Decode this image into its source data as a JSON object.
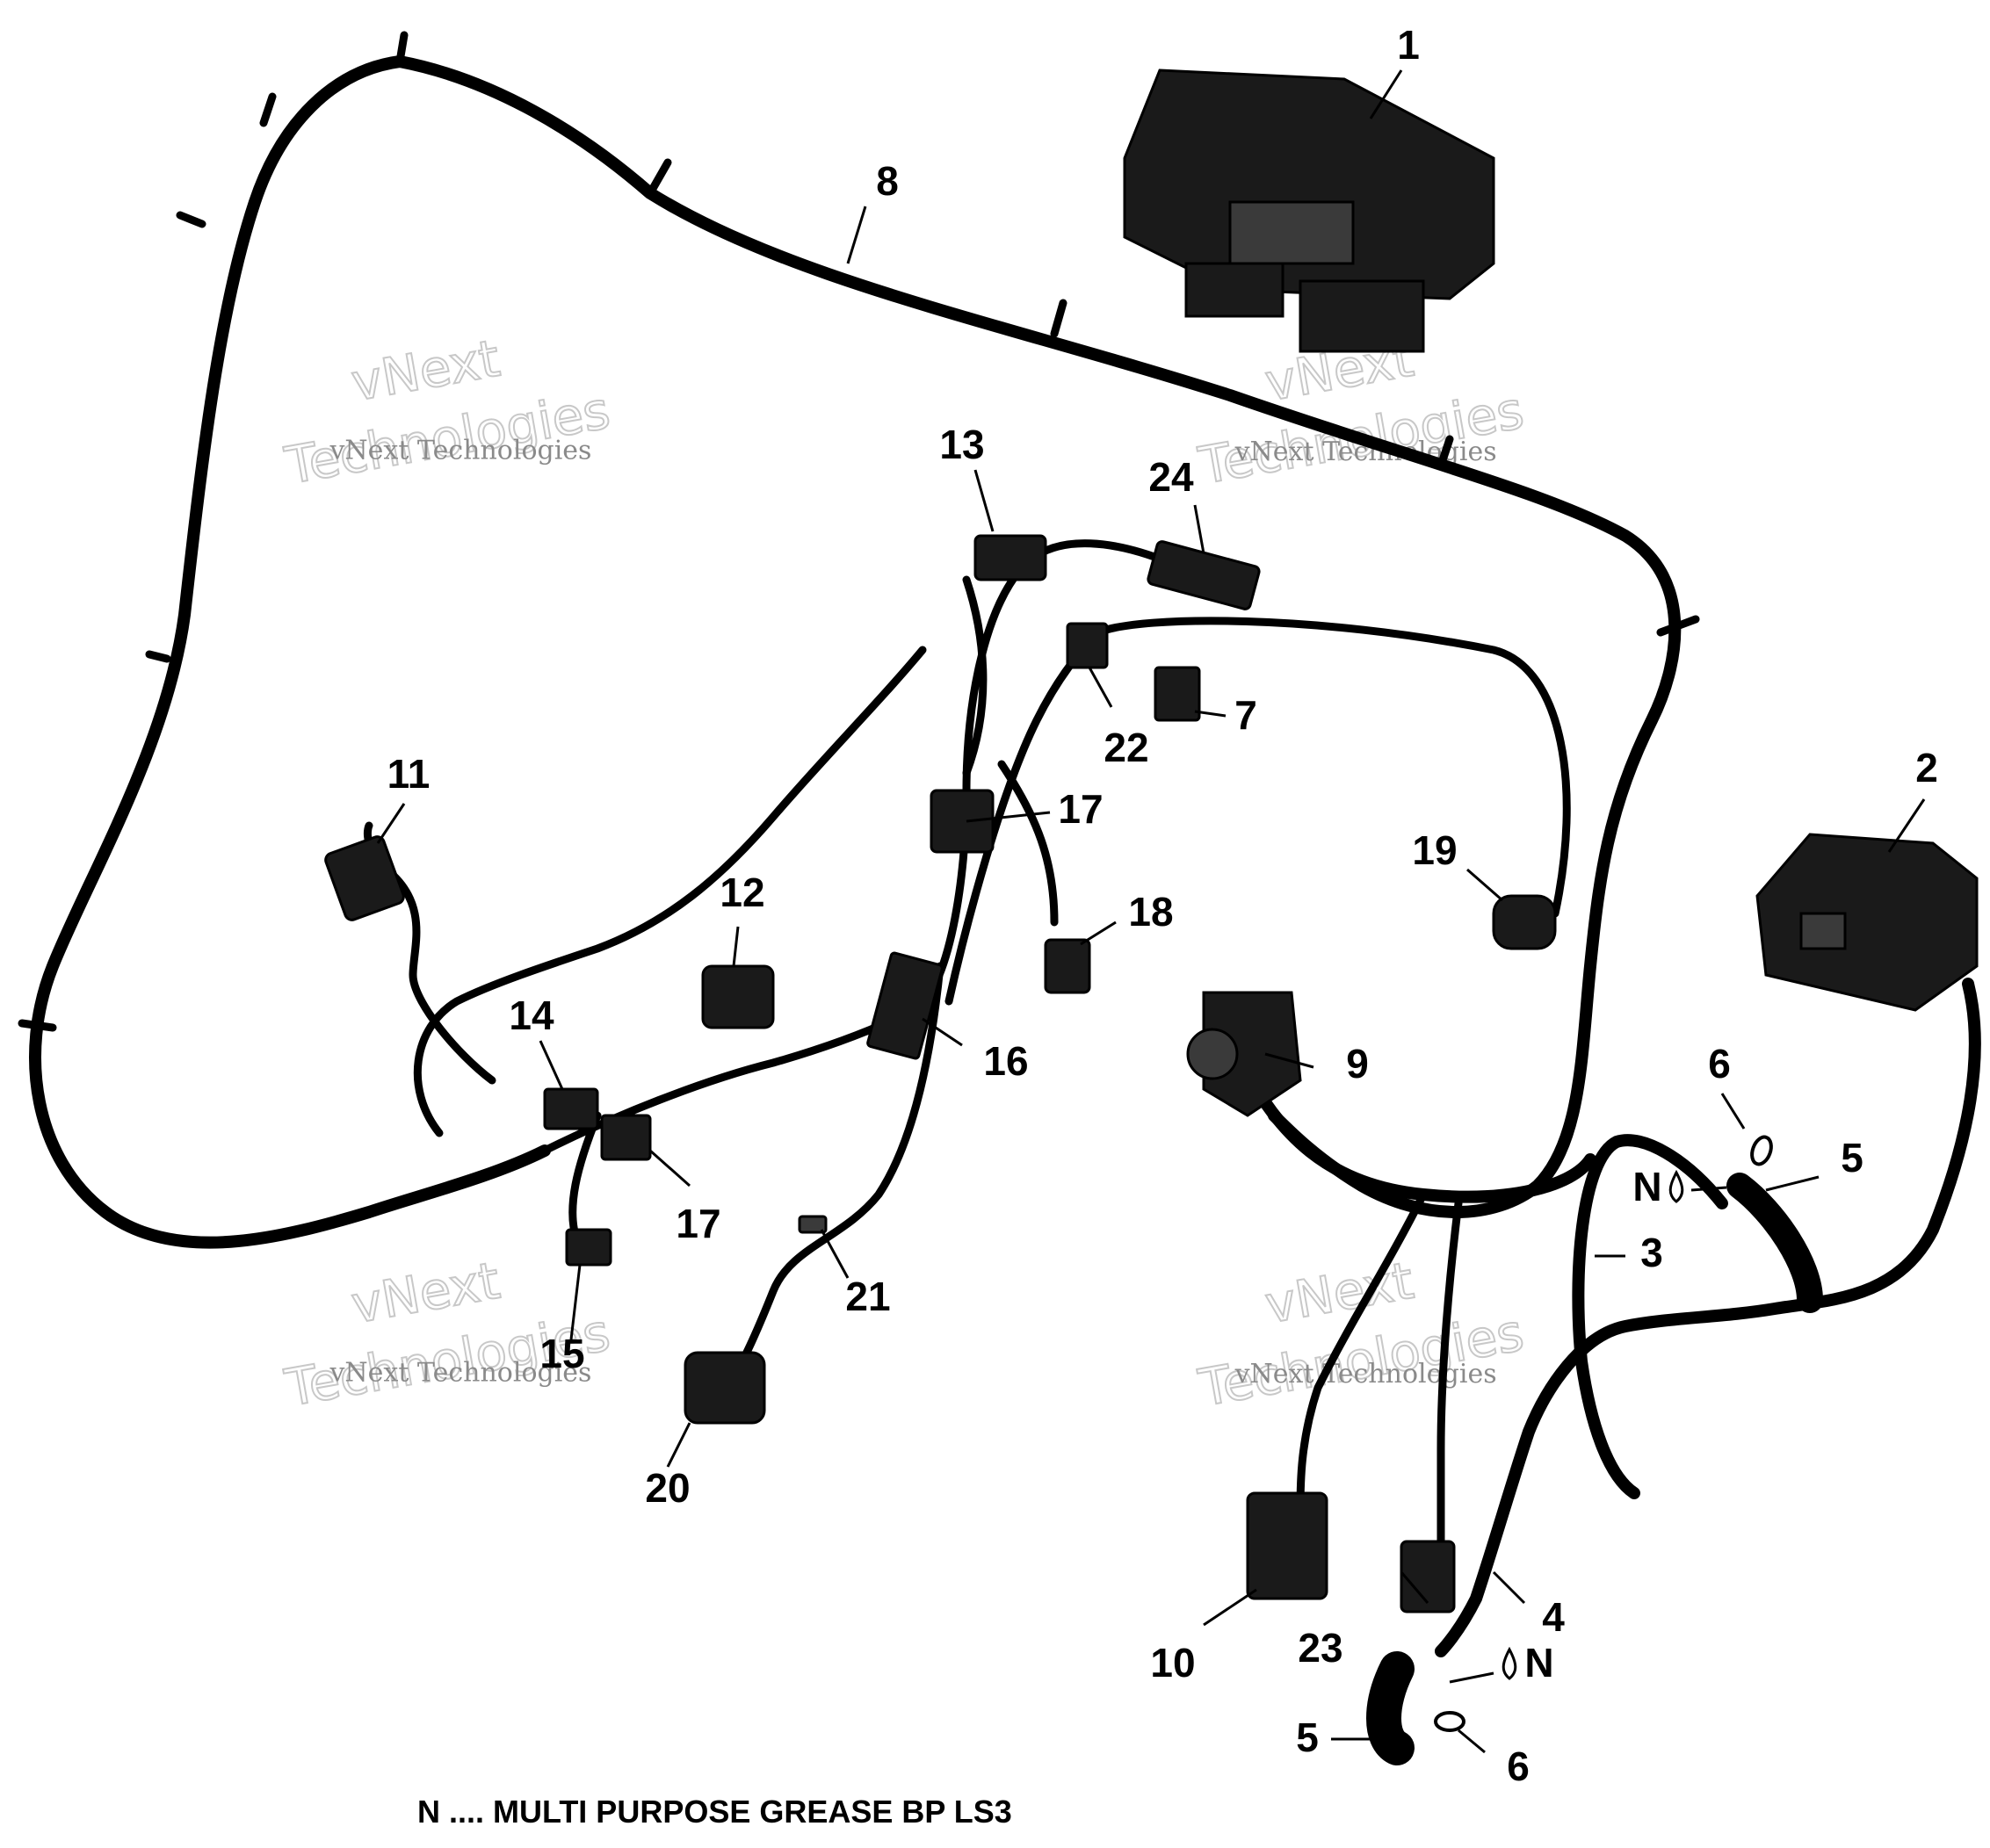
{
  "callouts": [
    {
      "id": "1",
      "label": "1"
    },
    {
      "id": "2",
      "label": "2"
    },
    {
      "id": "3",
      "label": "3"
    },
    {
      "id": "4",
      "label": "4"
    },
    {
      "id": "5a",
      "label": "5"
    },
    {
      "id": "5b",
      "label": "5"
    },
    {
      "id": "6a",
      "label": "6"
    },
    {
      "id": "6b",
      "label": "6"
    },
    {
      "id": "7",
      "label": "7"
    },
    {
      "id": "8",
      "label": "8"
    },
    {
      "id": "9",
      "label": "9"
    },
    {
      "id": "10",
      "label": "10"
    },
    {
      "id": "11",
      "label": "11"
    },
    {
      "id": "12",
      "label": "12"
    },
    {
      "id": "13",
      "label": "13"
    },
    {
      "id": "14",
      "label": "14"
    },
    {
      "id": "15",
      "label": "15"
    },
    {
      "id": "16",
      "label": "16"
    },
    {
      "id": "17a",
      "label": "17"
    },
    {
      "id": "17b",
      "label": "17"
    },
    {
      "id": "18",
      "label": "18"
    },
    {
      "id": "19",
      "label": "19"
    },
    {
      "id": "20",
      "label": "20"
    },
    {
      "id": "21",
      "label": "21"
    },
    {
      "id": "22",
      "label": "22"
    },
    {
      "id": "23",
      "label": "23"
    },
    {
      "id": "24",
      "label": "24"
    }
  ],
  "grease_markers": [
    "N",
    "N"
  ],
  "note": "N .... MULTI PURPOSE GREASE BP LS3",
  "watermark": {
    "line_small": "vNext Technologies",
    "line_big": "Technologies",
    "line_top": "vNext"
  }
}
